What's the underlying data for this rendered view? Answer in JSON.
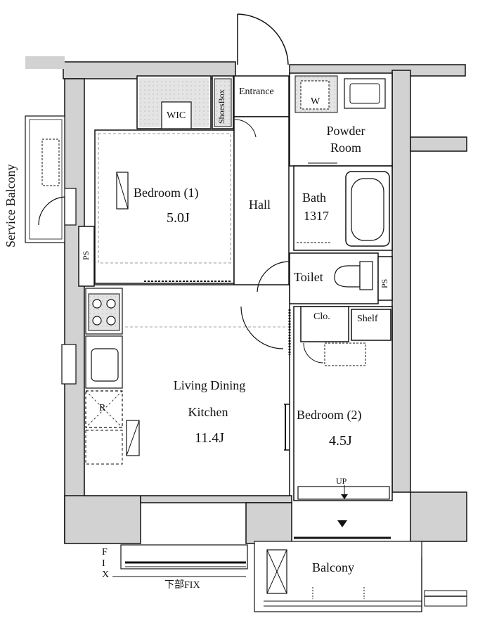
{
  "rooms": {
    "bedroom1_name": "Bedroom (1)",
    "bedroom1_size": "5.0J",
    "wic": "WIC",
    "shoes_box": "ShoesBox",
    "entrance": "Entrance",
    "washer": "W",
    "powder_room_line1": "Powder",
    "powder_room_line2": "Room",
    "hall": "Hall",
    "bath_name": "Bath",
    "bath_size": "1317",
    "toilet": "Toilet",
    "ps": "PS",
    "closet": "Clo.",
    "shelf": "Shelf",
    "ldk_line1": "Living Dining",
    "ldk_line2": "Kitchen",
    "ldk_size": "11.4J",
    "refrigerator": "R",
    "bedroom2_name": "Bedroom (2)",
    "bedroom2_size": "4.5J",
    "up": "UP",
    "balcony": "Balcony",
    "service_balcony": "Service Balcony",
    "fix": "FIX",
    "lower_fix": "下部FIX"
  },
  "colors": {
    "wall": "#d2d2d2",
    "line": "#111111"
  }
}
